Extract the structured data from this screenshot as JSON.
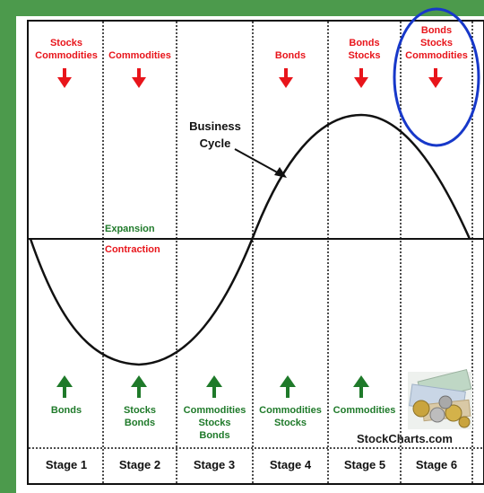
{
  "top_labels": [
    {
      "stage": 1,
      "lines": [
        "Stocks",
        "Commodities"
      ]
    },
    {
      "stage": 2,
      "lines": [
        "Commodities"
      ]
    },
    {
      "stage": 4,
      "lines": [
        "Bonds"
      ]
    },
    {
      "stage": 5,
      "lines": [
        "Bonds",
        "Stocks"
      ]
    },
    {
      "stage": 6,
      "lines": [
        "Bonds",
        "Stocks",
        "Commodities"
      ]
    }
  ],
  "bottom_labels": [
    {
      "stage": 1,
      "lines": [
        "Bonds"
      ]
    },
    {
      "stage": 2,
      "lines": [
        "Stocks",
        "Bonds"
      ]
    },
    {
      "stage": 3,
      "lines": [
        "Commodities",
        "Stocks",
        "Bonds"
      ]
    },
    {
      "stage": 4,
      "lines": [
        "Commodities",
        "Stocks"
      ]
    },
    {
      "stage": 5,
      "lines": [
        "Commodities"
      ]
    }
  ],
  "stages": [
    "Stage 1",
    "Stage 2",
    "Stage 3",
    "Stage 4",
    "Stage 5",
    "Stage 6"
  ],
  "business_cycle_label": [
    "Business",
    "Cycle"
  ],
  "expansion_label": "Expansion",
  "contraction_label": "Contraction",
  "watermark": "StockCharts.com",
  "colors": {
    "frame_green": "#4c9a4c",
    "down_arrow_red": "#e8151b",
    "up_arrow_green": "#1f7a2a",
    "highlight_blue": "#1738c9",
    "expansion_green": "#1f7a2a",
    "contraction_red": "#e8151b"
  }
}
